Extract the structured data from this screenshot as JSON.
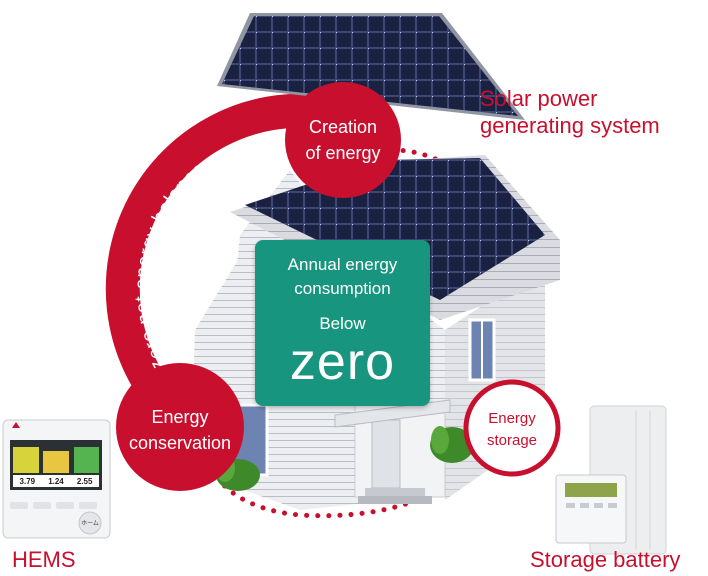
{
  "colors": {
    "accent_red": "#c8102e",
    "panel_teal": "#17957f",
    "solar_blue": "#1a1f3a",
    "house_siding": "#e8e9ec"
  },
  "labels": {
    "solar_system_line1": "Solar power",
    "solar_system_line2": "generating system",
    "hems": "HEMS",
    "storage_battery": "Storage battery",
    "arc_text": "Zero net energy balance"
  },
  "nodes": {
    "creation_line1": "Creation",
    "creation_line2": "of energy",
    "conservation_line1": "Energy",
    "conservation_line2": "conservation",
    "storage_line1": "Energy",
    "storage_line2": "storage"
  },
  "panel": {
    "line1": "Annual energy",
    "line2": "consumption",
    "below": "Below",
    "zero": "zero"
  },
  "hems_device": {
    "reading1": "3.79",
    "reading2": "1.24",
    "reading3": "2.55",
    "home_button": "ホーム"
  },
  "icons": [
    "mitsubishi-logo-icon",
    "solar-panel-icon",
    "house-icon",
    "hems-controller-icon",
    "storage-battery-icon",
    "plant-icon"
  ]
}
